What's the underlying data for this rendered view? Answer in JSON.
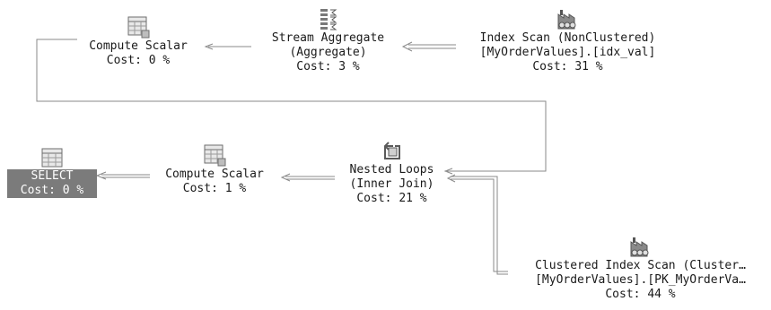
{
  "plan": {
    "select": {
      "label": "SELECT",
      "cost": "Cost: 0 %",
      "icon": "select-icon"
    },
    "compute_scalar_bottom": {
      "label": "Compute Scalar",
      "cost": "Cost: 1 %",
      "icon": "compute-scalar-icon"
    },
    "nested_loops": {
      "label": "Nested Loops",
      "sub": "(Inner Join)",
      "cost": "Cost: 21 %",
      "icon": "nested-loops-icon"
    },
    "clustered_scan": {
      "label": "Clustered Index Scan (Cluster…",
      "sub": "[MyOrderValues].[PK_MyOrderVa…",
      "cost": "Cost: 44 %",
      "icon": "clustered-index-scan-icon"
    },
    "compute_scalar_top": {
      "label": "Compute Scalar",
      "cost": "Cost: 0 %",
      "icon": "compute-scalar-icon"
    },
    "stream_aggregate": {
      "label": "Stream Aggregate",
      "sub": "(Aggregate)",
      "cost": "Cost: 3 %",
      "icon": "stream-aggregate-icon"
    },
    "index_scan": {
      "label": "Index Scan (NonClustered)",
      "sub": "[MyOrderValues].[idx_val]",
      "cost": "Cost: 31 %",
      "icon": "index-scan-icon"
    }
  },
  "colors": {
    "select_highlight": "#7b7b7b",
    "connector": "#8a8a8a",
    "icon": "#6e6e6e"
  }
}
